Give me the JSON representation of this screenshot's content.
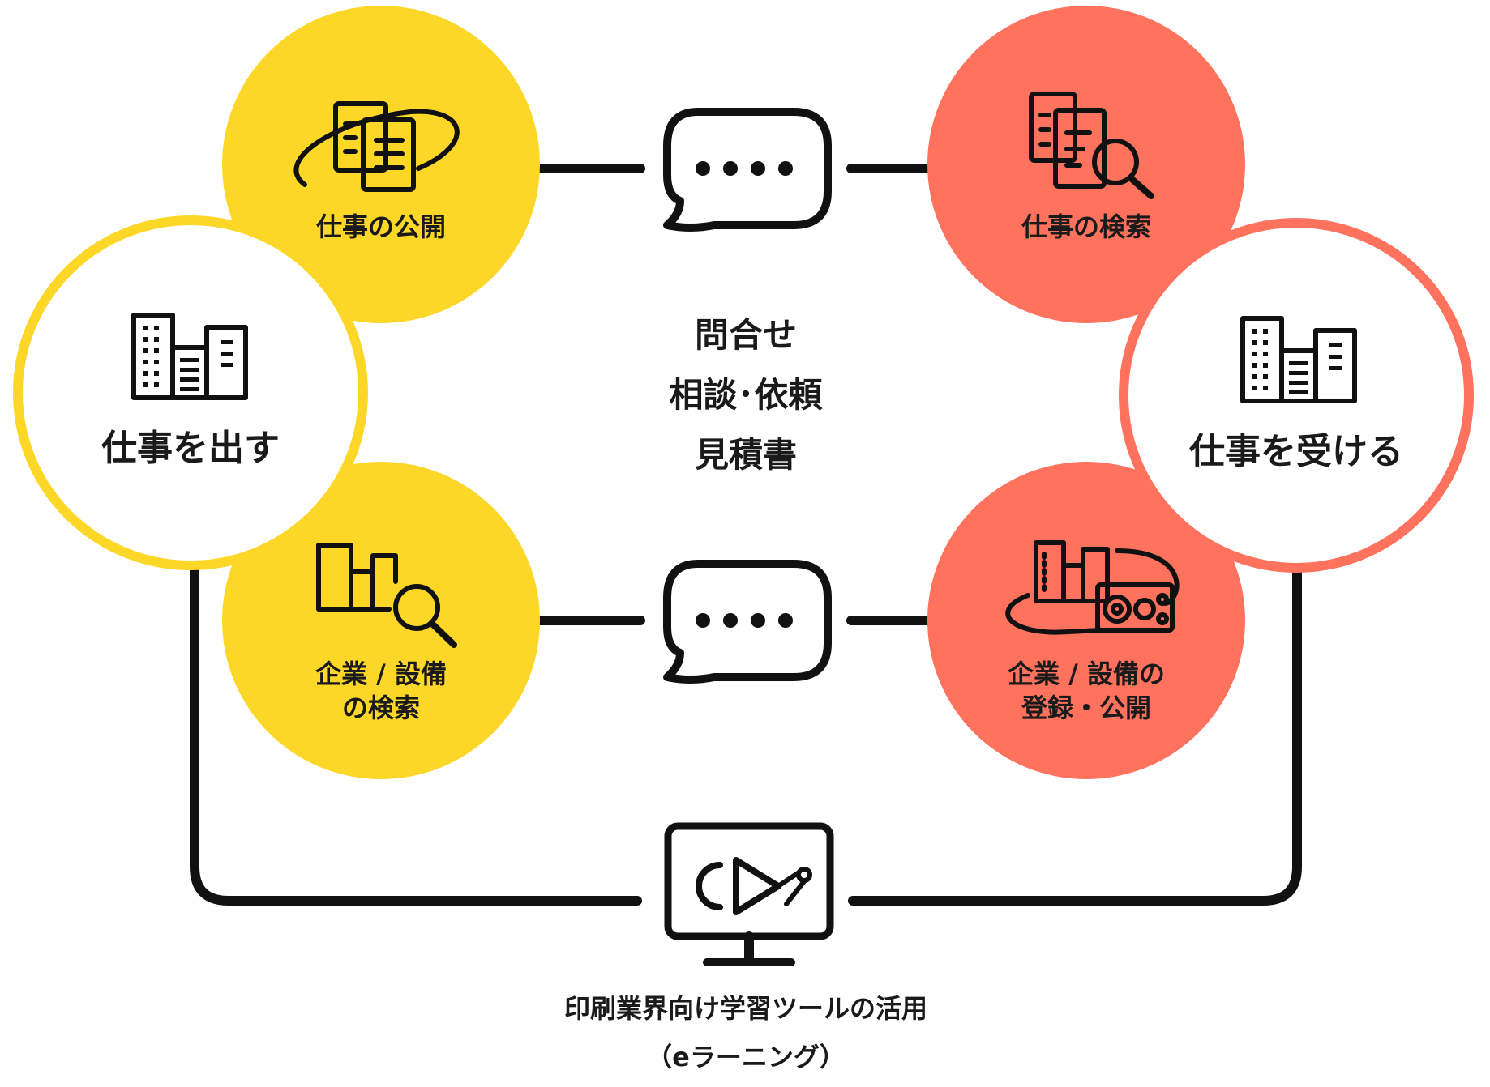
{
  "colors": {
    "yellow": "#FDD728",
    "coral": "#FF725E",
    "line": "#111111",
    "text": "#1a1a1a",
    "white": "#ffffff"
  },
  "nodes": {
    "publish_jobs": {
      "label": "仕事の公開",
      "icon": "documents-orbit-icon"
    },
    "search_companies": {
      "line1": "企業 / 設備",
      "line2": "の検索",
      "icon": "building-search-icon"
    },
    "give_work": {
      "label": "仕事を出す",
      "icon": "buildings-icon"
    },
    "search_jobs": {
      "label": "仕事の検索",
      "icon": "documents-search-icon"
    },
    "register_companies": {
      "line1": "企業 / 設備の",
      "line2": "登録・公開",
      "icon": "factory-gears-icon"
    },
    "receive_work": {
      "label": "仕事を受ける",
      "icon": "buildings-icon"
    }
  },
  "center": {
    "lines": [
      "問合せ",
      "相談･依頼",
      "見積書"
    ]
  },
  "elearning": {
    "icon": "monitor-video-icon",
    "line1": "印刷業界向け学習ツールの活用",
    "line2": "（eラーニング）"
  },
  "connectors": {
    "chat_icon": "chat-bubble-icon"
  }
}
